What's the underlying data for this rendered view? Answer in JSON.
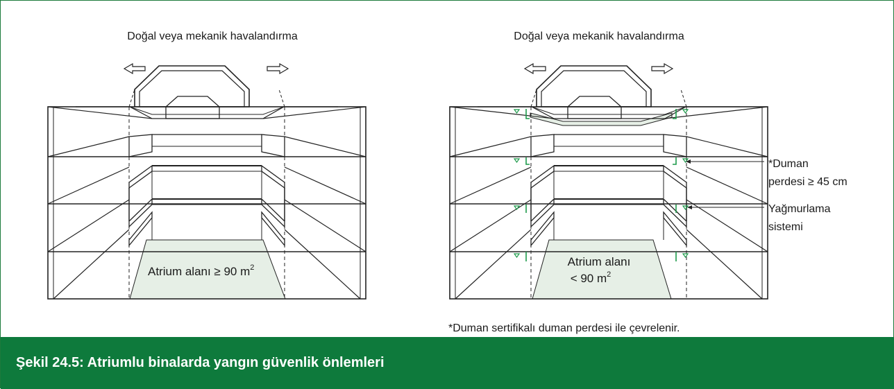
{
  "left_panel": {
    "title": "Doğal veya mekanik havalandırma",
    "atrium_label": "Atrium alanı ≥ 90 m",
    "atrium_sup": "2"
  },
  "right_panel": {
    "title": "Doğal veya mekanik havalandırma",
    "atrium_label_line1": "Atrium alanı",
    "atrium_label_line2": "< 90 m",
    "atrium_sup": "2",
    "callout_smoke_line1": "*Duman",
    "callout_smoke_line2": "perdesi ≥ 45 cm",
    "callout_sprinkler_line1": "Yağmurlama",
    "callout_sprinkler_line2": "sistemi"
  },
  "footnote": "*Duman sertifikalı duman perdesi ile çevrelenir.",
  "caption": "Şekil 24.5: Atriumlu binalarda yangın güvenlik önlemleri",
  "colors": {
    "brand_green": "#0e7a3c",
    "atrium_fill": "#e6efe6",
    "sprinkler_green": "#1c9a4a"
  }
}
